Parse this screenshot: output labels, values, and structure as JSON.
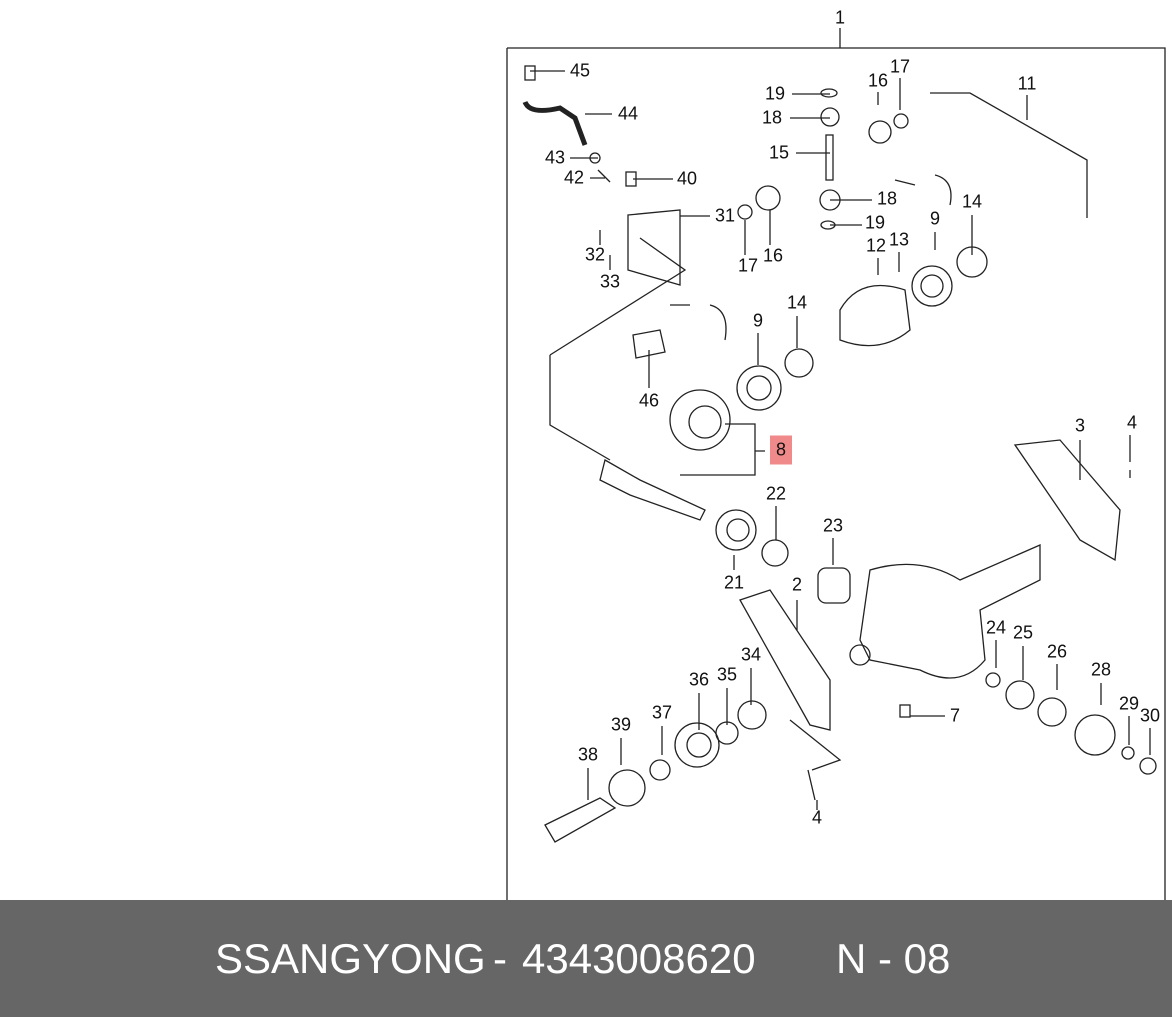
{
  "diagram": {
    "assembly_label": "1",
    "highlighted_part": "8",
    "highlight_color": "#f08a8a",
    "part_labels": [
      "45",
      "44",
      "43",
      "42",
      "40",
      "31",
      "32",
      "33",
      "17",
      "16",
      "19",
      "18",
      "15",
      "16",
      "17",
      "11",
      "18",
      "19",
      "9",
      "14",
      "12",
      "13",
      "14",
      "9",
      "46",
      "8",
      "3",
      "4",
      "22",
      "23",
      "21",
      "2",
      "24",
      "25",
      "26",
      "28",
      "29",
      "30",
      "7",
      "34",
      "35",
      "36",
      "37",
      "39",
      "38",
      "4"
    ]
  },
  "footer": {
    "brand": "SSANGYONG",
    "separator": "-",
    "part_number": "4343008620",
    "code": "N - 08",
    "background": "#666666"
  }
}
